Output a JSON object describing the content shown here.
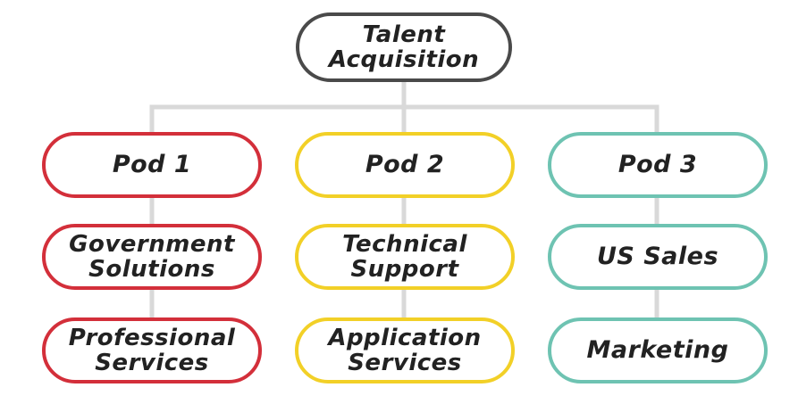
{
  "colors": {
    "root": "#4a4a4a",
    "pod1": "#d32f3a",
    "pod2": "#f2d027",
    "pod3": "#6ec3b2",
    "connector": "#d9d9d9"
  },
  "root": {
    "label": "Talent\nAcquisition"
  },
  "pods": [
    {
      "label": "Pod 1",
      "children": [
        "Government\nSolutions",
        "Professional\nServices"
      ]
    },
    {
      "label": "Pod 2",
      "children": [
        "Technical\nSupport",
        "Application\nServices"
      ]
    },
    {
      "label": "Pod 3",
      "children": [
        "US Sales",
        "Marketing"
      ]
    }
  ]
}
